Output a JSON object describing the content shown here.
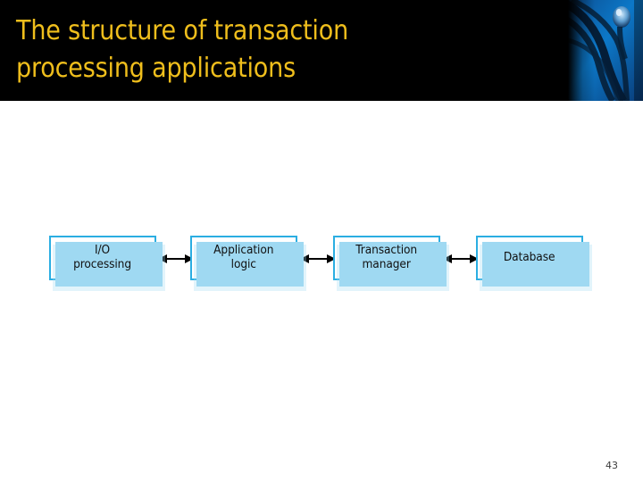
{
  "slide": {
    "title_lines": [
      "The structure of transaction",
      "processing applications"
    ],
    "page_number": "43",
    "colors": {
      "header_background": "#000000",
      "title_text": "#EFBE1C",
      "node_border": "#2BAEE2",
      "node_shadow": "#9FD9F2",
      "node_fill": "#FFFFFF",
      "arrow": "#000000",
      "slide_background": "#FFFFFF",
      "photo_blue": "#0A63A8"
    }
  },
  "header_photo": {
    "alt": "blue cables photograph"
  },
  "diagram": {
    "type": "flow",
    "orientation": "horizontal",
    "nodes": [
      {
        "id": "io-processing",
        "lines": [
          "I/O",
          "processing"
        ]
      },
      {
        "id": "application-logic",
        "lines": [
          "Application",
          "logic"
        ]
      },
      {
        "id": "transaction-manager",
        "lines": [
          "Transaction",
          "manager"
        ]
      },
      {
        "id": "database",
        "lines": [
          "Database"
        ]
      }
    ],
    "connectors": [
      {
        "from": "io-processing",
        "to": "application-logic",
        "style": "double-arrow"
      },
      {
        "from": "application-logic",
        "to": "transaction-manager",
        "style": "double-arrow"
      },
      {
        "from": "transaction-manager",
        "to": "database",
        "style": "double-arrow"
      }
    ]
  }
}
